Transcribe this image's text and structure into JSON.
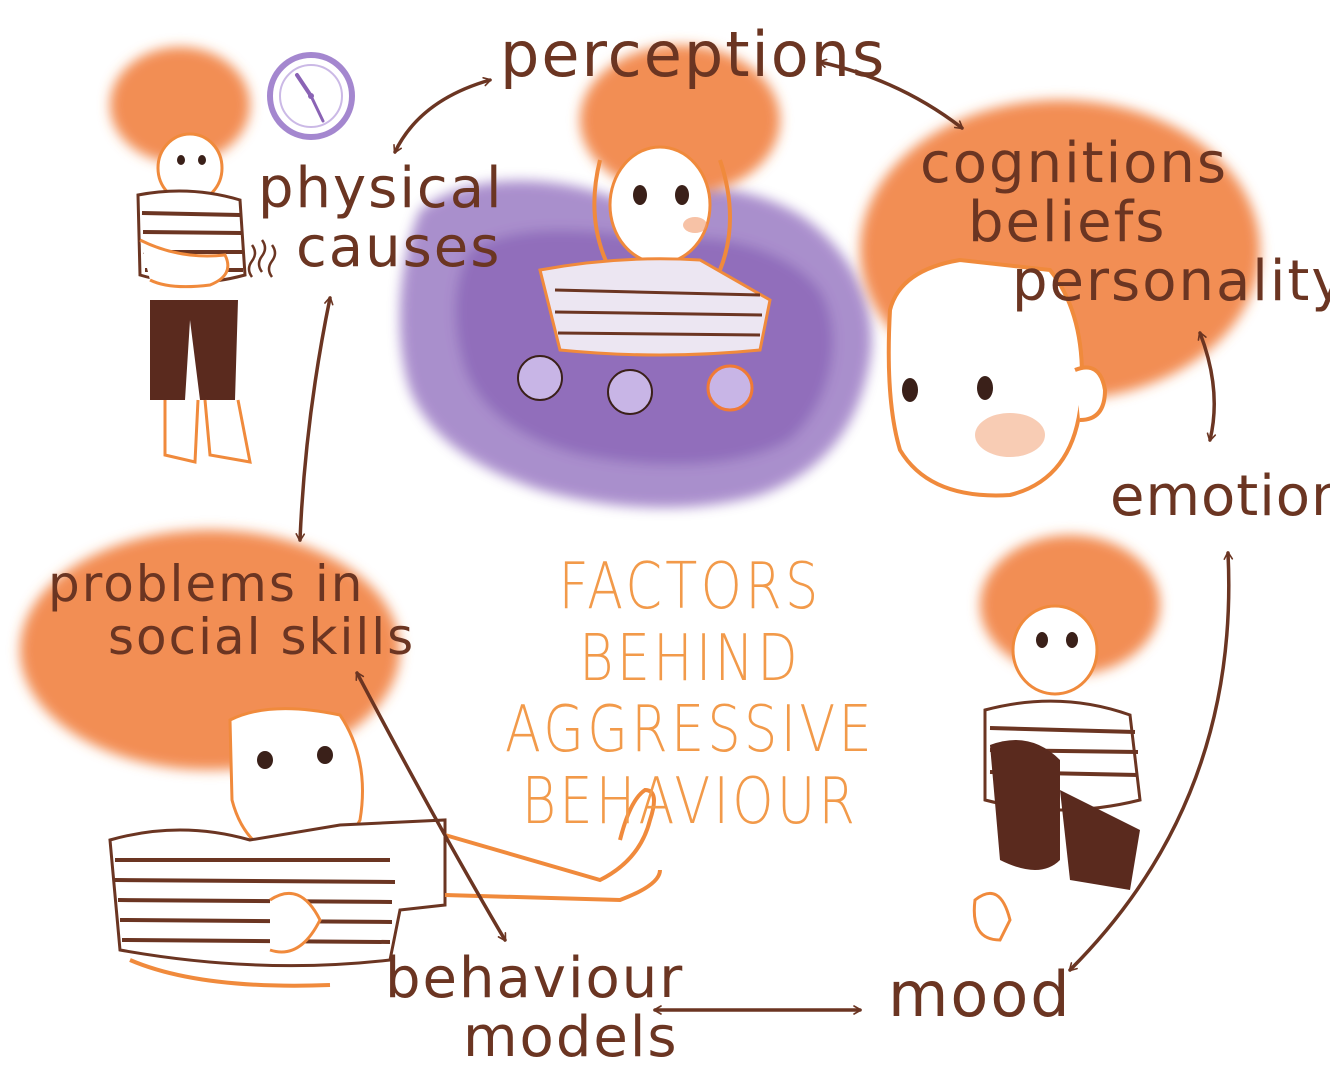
{
  "title": [
    "FACTORS BEHIND",
    "AGGRESSIVE",
    "BEHAVIOUR"
  ],
  "nodes": {
    "perceptions": "perceptions",
    "physical_causes": [
      "physical",
      "causes"
    ],
    "cognitions": [
      "cognitions",
      "beliefs",
      "personality"
    ],
    "emotions": "emotions",
    "social_skills": [
      "problems in",
      "social skills"
    ],
    "behaviour_models": [
      "behaviour",
      "models"
    ],
    "mood": "mood"
  },
  "colors": {
    "text": "#6b3522",
    "title": "#f29a4a",
    "hair": "#f07a35",
    "skin_line": "#f08a3c",
    "purple_wash": "#8a63b5",
    "arrow": "#6b3522"
  }
}
